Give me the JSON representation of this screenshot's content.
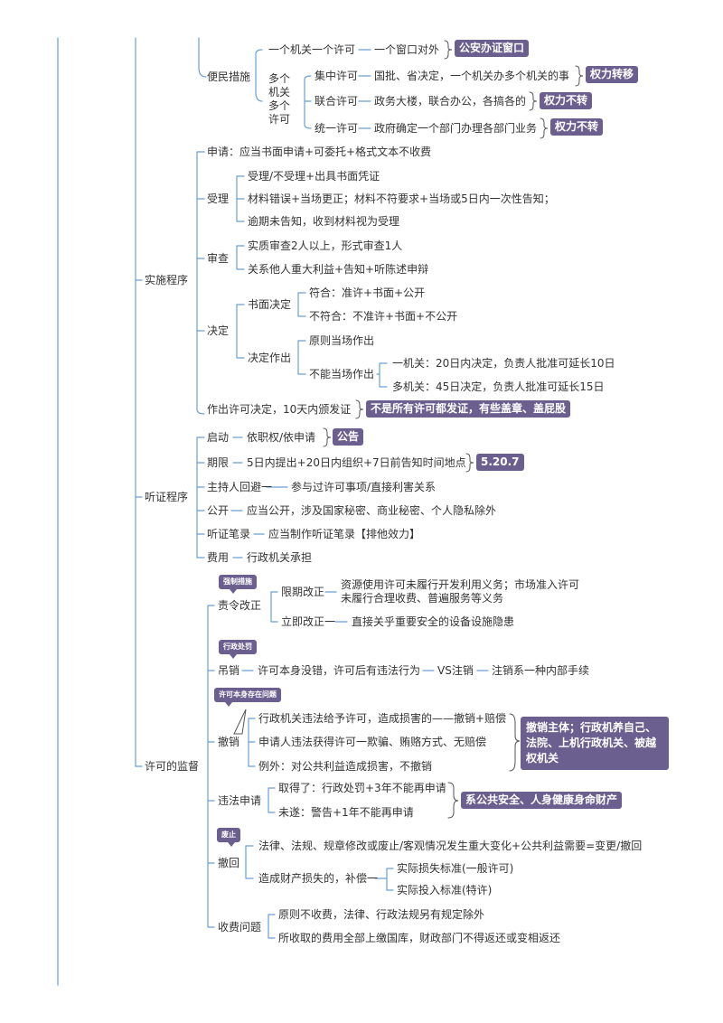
{
  "nodes": {
    "bianmin": "便民措施",
    "n_yige": "一个机关一个许可",
    "n_yige_c": "一个窗口对外",
    "tag_gongan": "公安办证窗口",
    "n_duoge": "多个机关多个许可",
    "n_jizhong": "集中许可",
    "n_jizhong_c": "国批、省决定，一个机关办多个机关的事",
    "tag_zhuanyi": "权力转移",
    "n_lianhe": "联合许可",
    "n_lianhe_c": "政务大楼，联合办公，各搞各的",
    "tag_buzhuan1": "权力不转",
    "n_tongyi": "统一许可",
    "n_tongyi_c": "政府确定一个部门办理各部门业务",
    "tag_buzhuan2": "权力不转",
    "shishi": "实施程序",
    "n_shenqing": "申请：应当书面申请+可委托+格式文本不收费",
    "n_shouli": "受理",
    "n_shouli_1": "受理/不受理+出具书面凭证",
    "n_shouli_2": "材料错误+当场更正；材料不符要求+当场或5日内一次性告知；",
    "n_shouli_3": "逾期未告知，收到材料视为受理",
    "n_shencha": "审查",
    "n_shencha_1": "实质审查2人以上，形式审查1人",
    "n_shencha_2": "关系他人重大利益+告知+听陈述申辩",
    "n_jueding": "决定",
    "n_shumian": "书面决定",
    "n_fuhe": "符合：准许+书面+公开",
    "n_bufuhe": "不符合：不准许+书面+不公开",
    "n_zuochu": "决定作出",
    "n_yuanze": "原则当场作出",
    "n_buneng": "不能当场作出",
    "n_yijiguan": "一机关：20日内决定，负责人批准可延长10日",
    "n_duojiguan": "多机关：45日决定，负责人批准可延长15日",
    "n_fazheng": "作出许可决定，10天内颁发证",
    "tag_fazheng": "不是所有许可都发证，有些盖章、盖屁股",
    "tingzheng": "听证程序",
    "n_qidong": "启动",
    "n_qidong_c": "依职权/依申请",
    "tag_gonggao": "公告",
    "n_qixian": "期限",
    "n_qixian_c": "5日内提出+20日内组织+7日前告知时间地点",
    "tag_date": "5.20.7",
    "n_zhuchi": "主持人回避一",
    "n_zhuchi_c": "参与过许可事项/直接利害关系",
    "n_gongkai": "公开",
    "n_gongkai_c": "应当公开，涉及国家秘密、商业秘密、个人隐私除外",
    "n_bilu": "听证笔录",
    "n_bilu_c": "应当制作听证笔录【排他效力】",
    "n_feiyong": "费用",
    "n_feiyong_c": "行政机关承担",
    "jiandu": "许可的监督",
    "mini_qiangzhi": "强制措施",
    "n_zeling": "责令改正",
    "n_xianqi": "限期改正",
    "n_xianqi_c1": "资源使用许可未履行开发利用义务；市场准入许可",
    "n_xianqi_c2": "未履行合理收费、普遍服务等义务",
    "n_liji": "立即改正一",
    "n_liji_c": "直接关乎重要安全的设备设施隐患",
    "mini_chufa": "行政处罚",
    "n_diaoxiao": "吊销",
    "n_diaoxiao_c": "许可本身没错，许可后有违法行为",
    "n_vs": "VS注销",
    "n_zhuxiao": "注销系一种内部手续",
    "mini_wenti": "许可本身存在问题",
    "n_chexiao": "撤销",
    "n_chexiao_1": "行政机关违法给予许可，造成损害的——撤销+赔偿",
    "n_chexiao_2": "申请人违法获得许可一欺骗、贿赂方式、无赔偿",
    "n_chexiao_3": "例外：对公共利益造成损害，不撤销",
    "tag_chexiao": "撤销主体；行政机养自己、法院、上机行政机关、被越权机关",
    "n_weifa": "违法申请",
    "n_weifa_1": "取得了：行政处罚+3年不能再申请",
    "n_weifa_2": "未遂：警告+1年不能再申请",
    "tag_weifa": "系公共安全、人身健康身命财产",
    "mini_feizhi": "废止",
    "n_chehui": "撤回",
    "n_chehui_1": "法律、法规、规章修改或废止/客观情况发生重大变化+公共利益需要=变更/撤回",
    "n_chehui_2": "造成财产损失的，补偿一",
    "n_sunshi": "实际损失标准(一般许可)",
    "n_touru": "实际投入标准(特许)",
    "n_shoufei": "收费问题",
    "n_shoufei_1": "原则不收费，法律、行政法规另有规定除外",
    "n_shoufei_2": "所收取的费用全部上缴国库，财政部门不得返还或变相返还"
  }
}
